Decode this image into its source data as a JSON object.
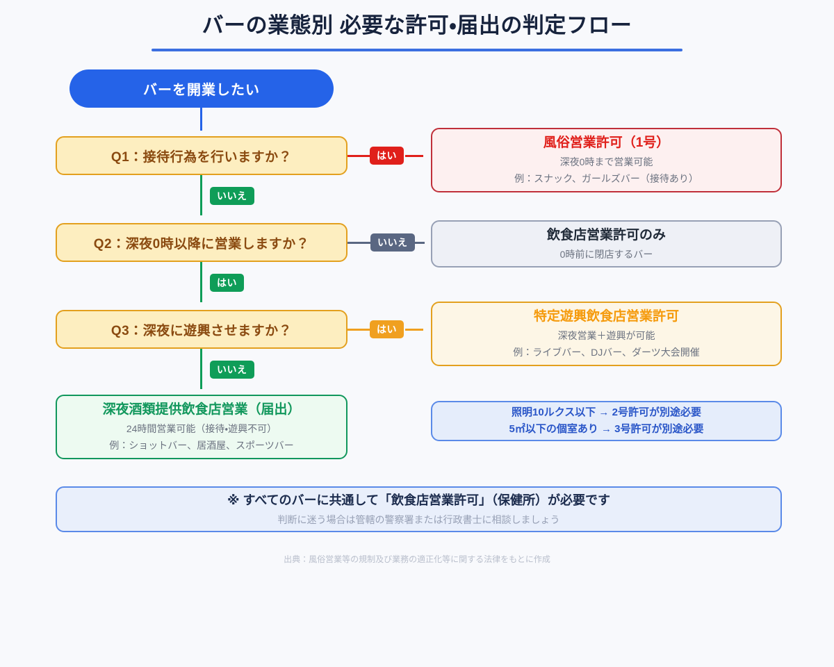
{
  "header": {
    "title": "バーの業態別 必要な許可・届出の判定フロー",
    "rule_color": "#3b6fe0"
  },
  "start_node": {
    "label": "バーを開業したい",
    "bg_color": "#2563e8",
    "text_color": "#ffffff"
  },
  "questions": [
    {
      "id": "q1",
      "label": "Q1：接待行為を行いますか？",
      "yes_label": "はい",
      "no_label": "いいえ",
      "border_color": "#e3a01e",
      "bg_color": "#fdeec0",
      "text_color": "#8a4a10"
    },
    {
      "id": "q2",
      "label": "Q2：深夜0時以降に営業しますか？",
      "yes_label": "はい",
      "no_label": "いいえ",
      "border_color": "#e3a01e",
      "bg_color": "#fdeec0",
      "text_color": "#8a4a10"
    },
    {
      "id": "q3",
      "label": "Q3：深夜に遊興させますか？",
      "yes_label": "はい",
      "no_label": "いいえ",
      "border_color": "#e3a01e",
      "bg_color": "#fdeec0",
      "text_color": "#8a4a10"
    }
  ],
  "branch_badges": {
    "q1_yes": "はい",
    "q1_no": "いいえ",
    "q2_no": "いいえ",
    "q2_yes": "はい",
    "q3_yes": "はい",
    "q3_no": "いいえ"
  },
  "results": {
    "fuzoku": {
      "title": "風俗営業許可（1号）",
      "sub1": "深夜0時まで営業可能",
      "sub2": "例：スナック、ガールズバー（接待あり）",
      "accent_color": "#e0201b"
    },
    "inshoku_only": {
      "title": "飲食店営業許可のみ",
      "sub1": "0時前に閉店するバー",
      "accent_color": "#1f2937"
    },
    "tokutei_yukyo": {
      "title": "特定遊興飲食店営業許可",
      "sub1": "深夜営業＋遊興が可能",
      "sub2": "例：ライブバー、DJバー、ダーツ大会開催",
      "accent_color": "#f59a0b"
    },
    "shinya_shurui": {
      "title": "深夜酒類提供飲食店営業（届出）",
      "sub1": "24時間営業可能（接待・遊興不可）",
      "sub2": "例：ショットバー、居酒屋、スポーツバー",
      "accent_color": "#11975c"
    }
  },
  "info_box": {
    "line1": "照明10ルクス以下 → 2号許可が別途必要",
    "line2": "5㎡以下の個室あり → 3号許可が別途必要",
    "accent_color": "#2a56c8"
  },
  "footer_note": {
    "title": "※ すべてのバーに共通して「飲食店営業許可」（保健所）が必要です",
    "sub": "判断に迷う場合は管轄の警察署または行政書士に相談しましょう"
  },
  "source": {
    "text": "出典：風俗営業等の規制及び業務の適正化等に関する法律をもとに作成"
  }
}
